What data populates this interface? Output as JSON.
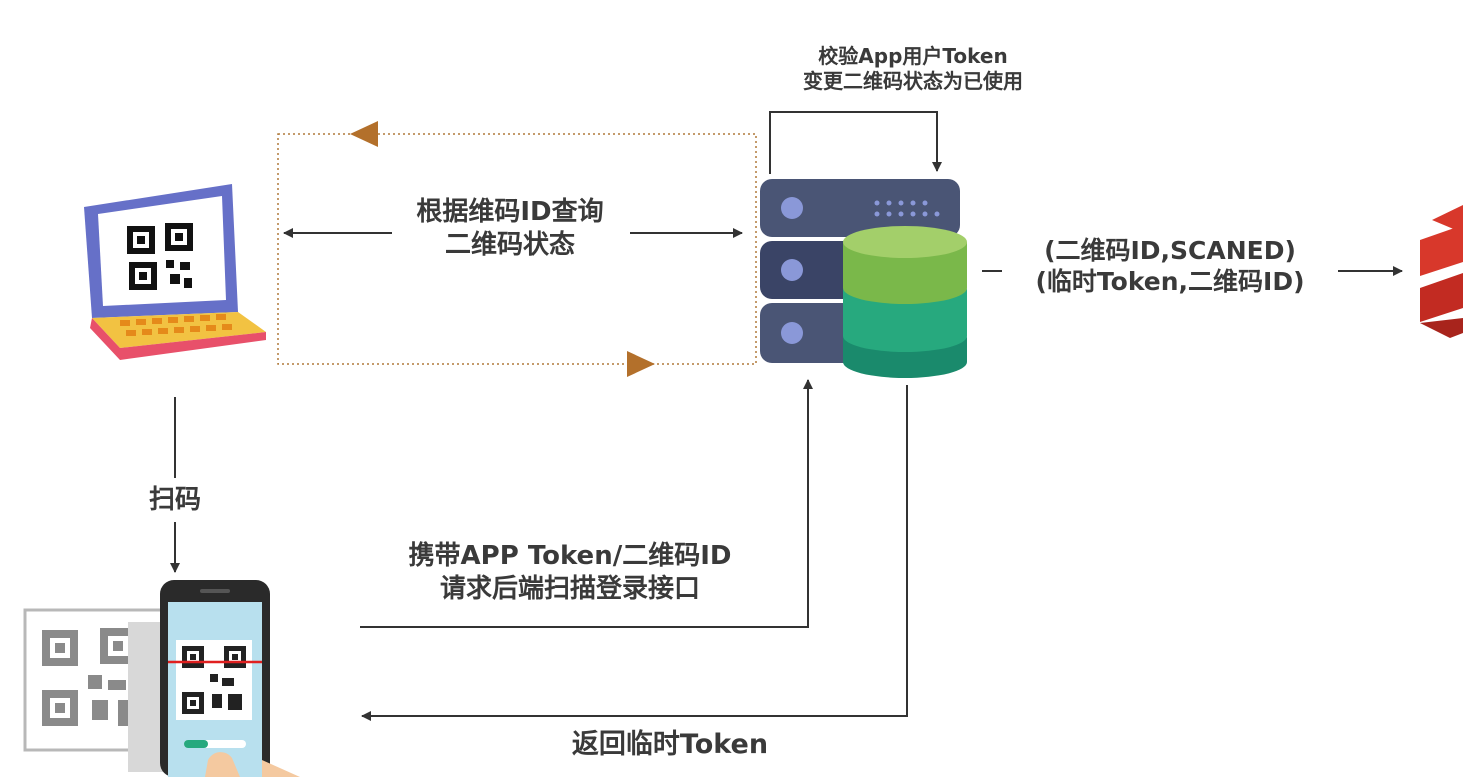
{
  "labels": {
    "self_check": {
      "line1": "校验App用户Token",
      "line2": "变更二维码状态为已使用"
    },
    "query": {
      "line1": "根据维码ID查询",
      "line2": "二维码状态"
    },
    "redis_store": {
      "line1": "(二维码ID,SCANED)",
      "line2": "(临时Token,二维码ID)"
    },
    "scan": "扫码",
    "request": {
      "line1": "携带APP Token/二维码ID",
      "line2": "请求后端扫描登录接口"
    },
    "return": "返回临时Token"
  },
  "icons": {
    "laptop": "laptop-qr-icon",
    "server": "server-database-icon",
    "redis": "redis-icon",
    "phone": "phone-scan-icon",
    "qr_card": "qr-code-icon"
  },
  "colors": {
    "text": "#3a3a3a",
    "arrow": "#333333",
    "dotted": "#b07a3a",
    "triangle": "#b3702b",
    "redis": "#d8382b",
    "server": "#3f4a6b",
    "db_top": "#8ac04a",
    "db_mid": "#27a97e",
    "db_bottom": "#1a8a6c"
  }
}
